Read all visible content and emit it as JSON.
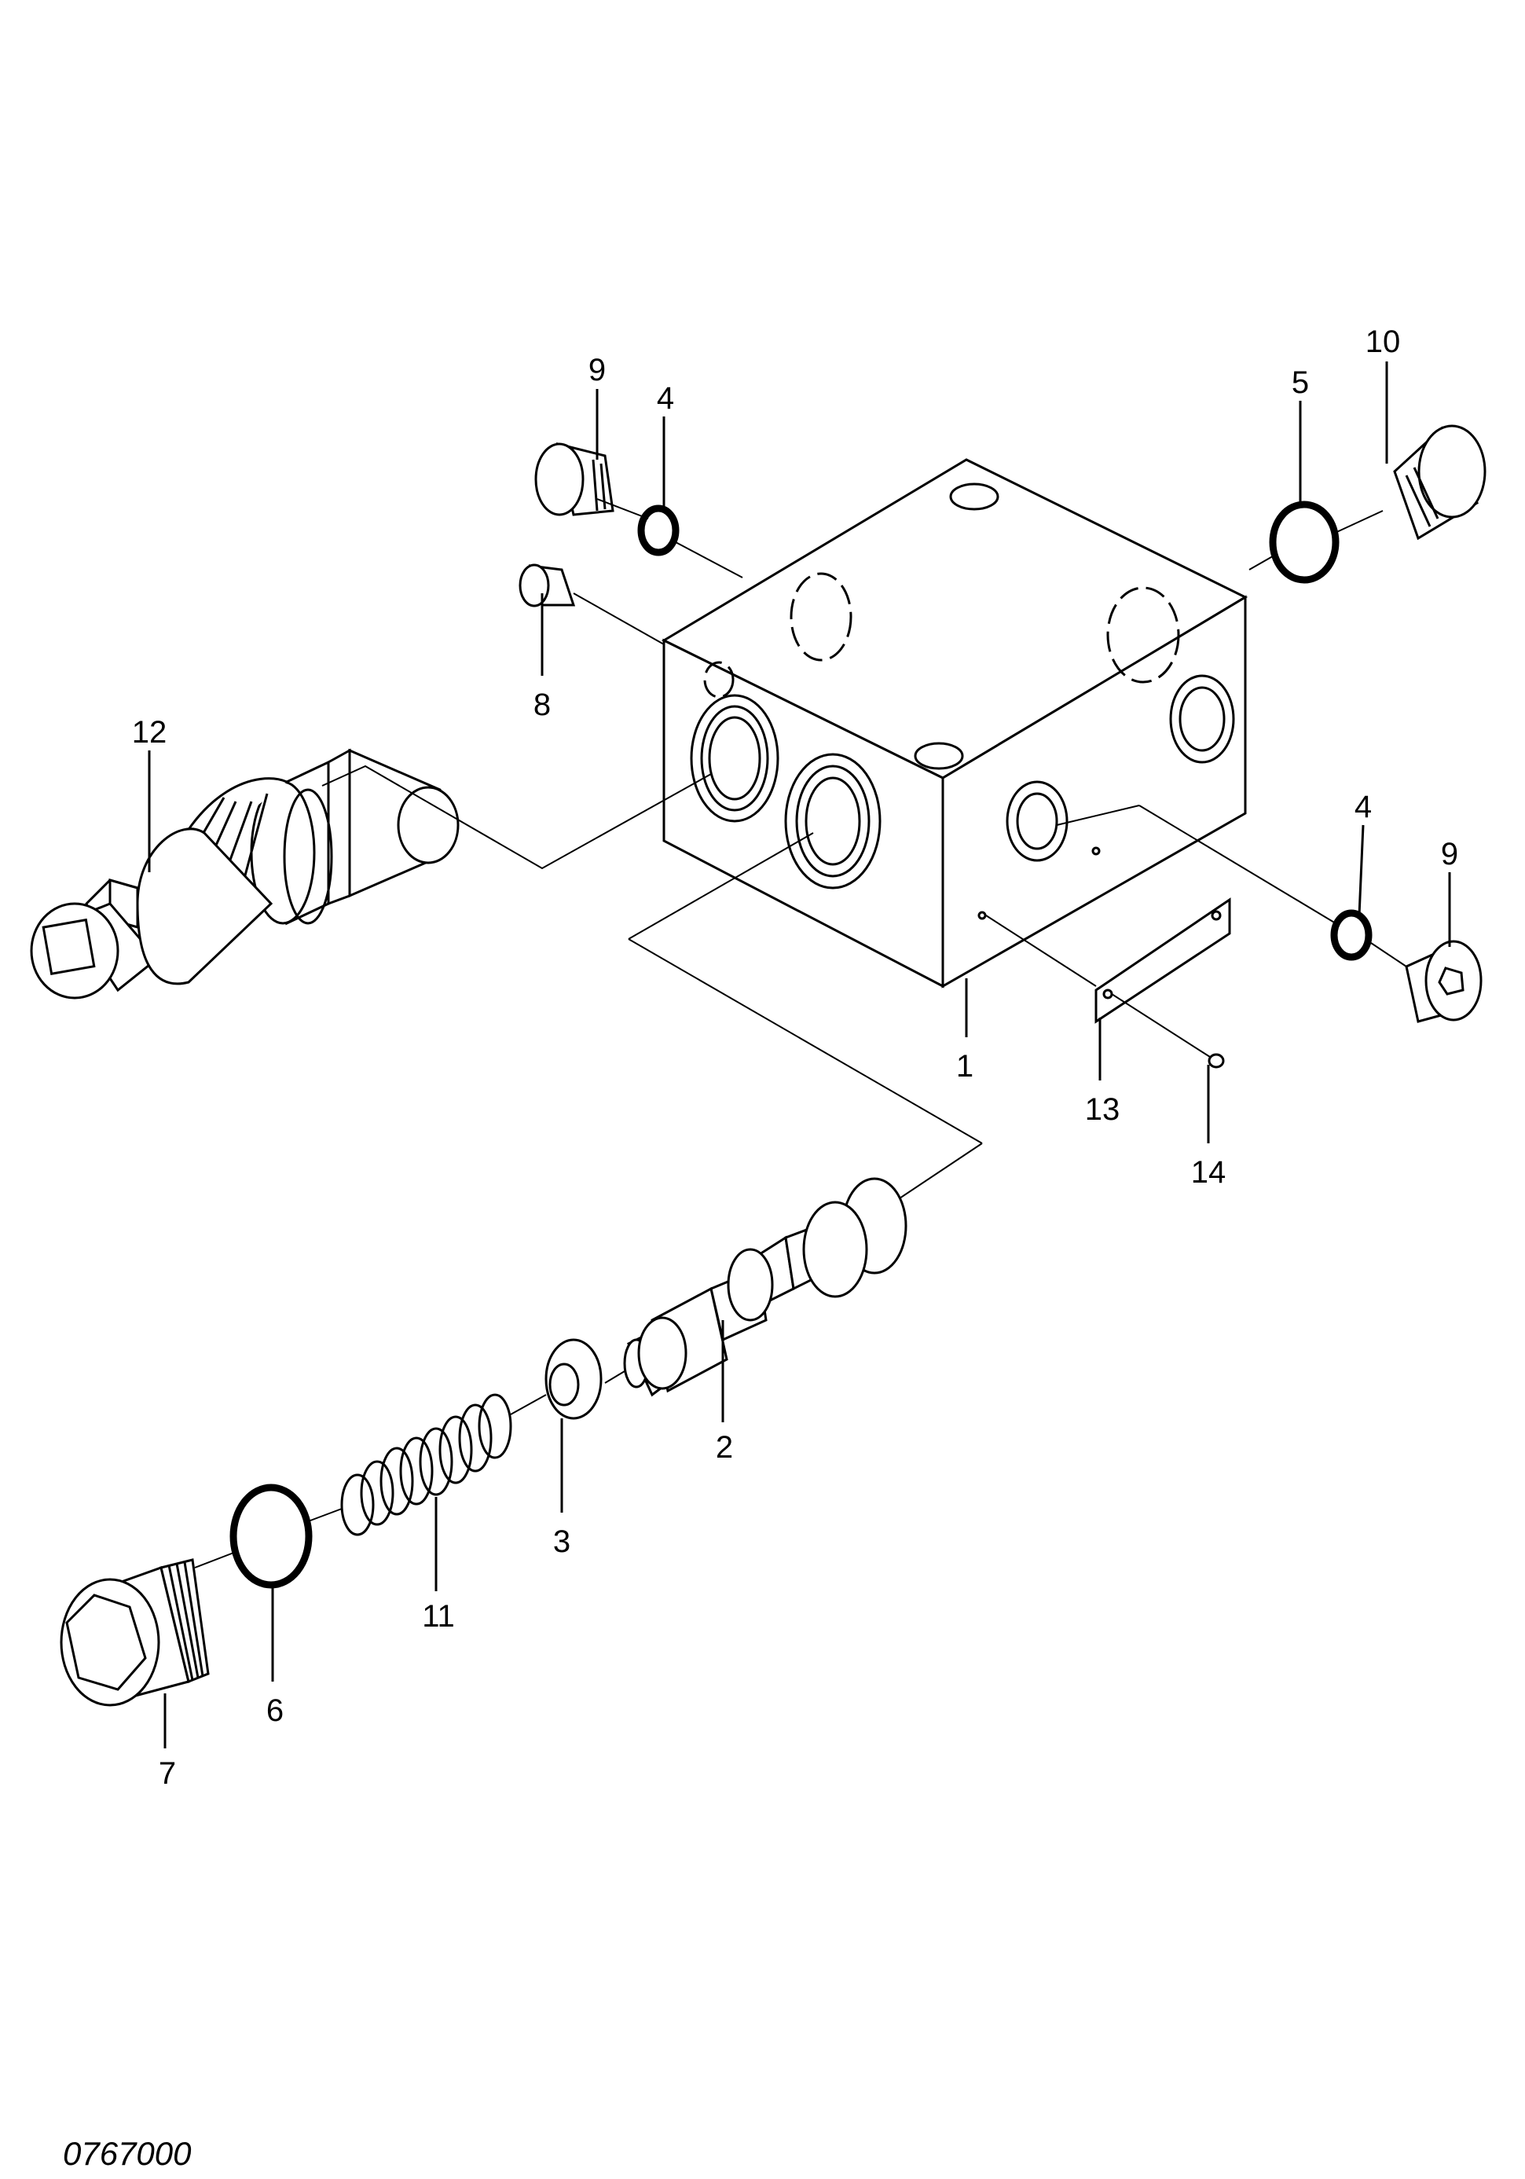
{
  "drawing_code": "0767000",
  "callouts": [
    {
      "id": "1",
      "text": "1"
    },
    {
      "id": "2",
      "text": "2"
    },
    {
      "id": "3",
      "text": "3"
    },
    {
      "id": "4a",
      "text": "4"
    },
    {
      "id": "4b",
      "text": "4"
    },
    {
      "id": "5",
      "text": "5"
    },
    {
      "id": "6",
      "text": "6"
    },
    {
      "id": "7",
      "text": "7"
    },
    {
      "id": "8",
      "text": "8"
    },
    {
      "id": "9a",
      "text": "9"
    },
    {
      "id": "9b",
      "text": "9"
    },
    {
      "id": "10",
      "text": "10"
    },
    {
      "id": "11",
      "text": "11"
    },
    {
      "id": "12",
      "text": "12"
    },
    {
      "id": "13",
      "text": "13"
    },
    {
      "id": "14",
      "text": "14"
    }
  ]
}
